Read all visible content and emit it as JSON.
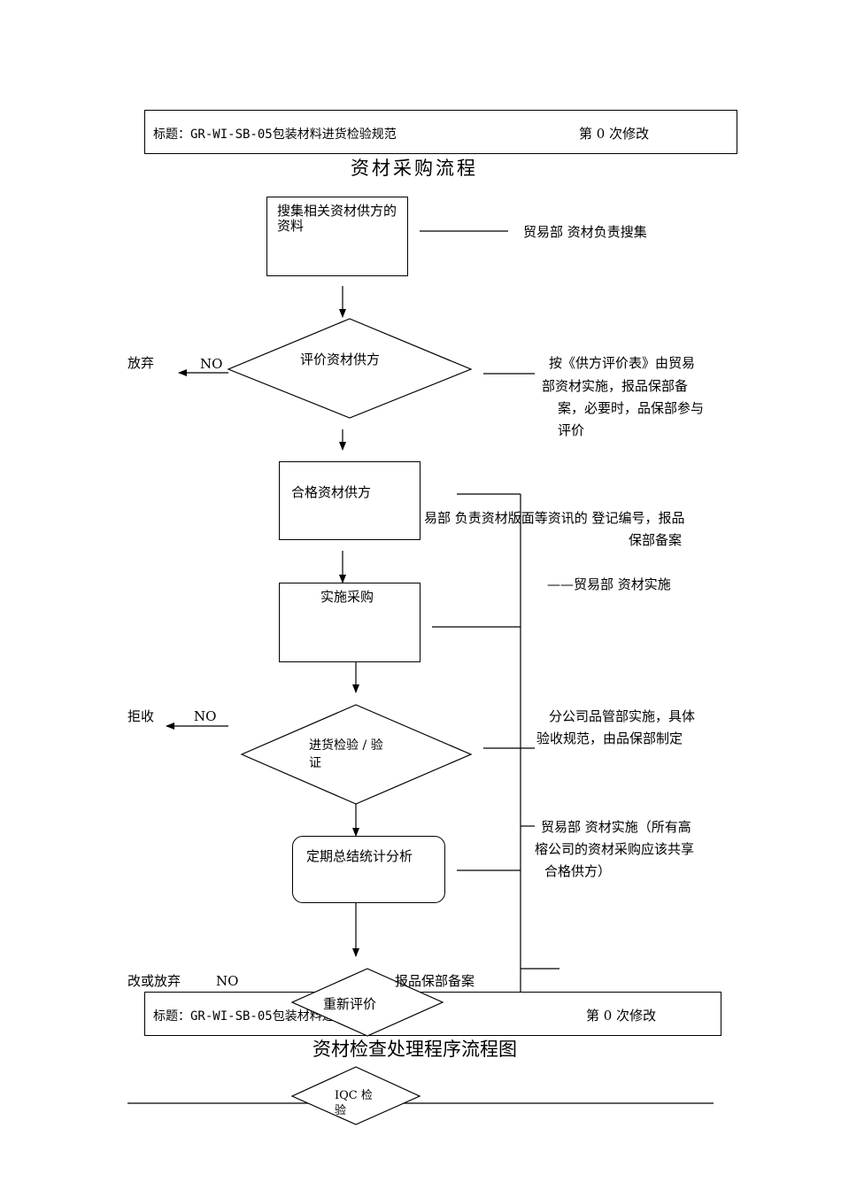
{
  "header1": {
    "title": "标题：GR-WI-SB-05包装材料进货检验规范",
    "revision": "第 0 次修改"
  },
  "section1_title": "资材采购流程",
  "nodes": {
    "collect": "搜集相关资材供方的资料",
    "evaluate": "评价资材供方",
    "qualified": "合格资材供方",
    "purchase": "实施采购",
    "inspect_line1": "进货检验 / 验",
    "inspect_line2": "证",
    "analysis": "定期总结统计分析",
    "reevaluate": "重新评价",
    "iqc_line1": "IQC  检",
    "iqc_line2": "验"
  },
  "notes": {
    "collect": "贸易部 资材负责搜集",
    "evaluate_l1": "按《供方评价表》由贸易",
    "evaluate_l2": "部资材实施，报品保部备",
    "evaluate_l3": "案，必要时，品保部参与",
    "evaluate_l4": "评价",
    "qualified_l1": "易部 负责资材版面等资讯的 登记编号，报品",
    "qualified_l2": "保部备案",
    "purchase": "——贸易部 资材实施",
    "inspect_l1": "分公司品管部实施，具体",
    "inspect_l2": "验收规范，由品保部制定",
    "analysis_l1": "贸易部 资材实施（所有高",
    "analysis_l2": "榕公司的资材采购应该共享",
    "analysis_l3": "合格供方）",
    "reevaluate": "报品保部备案"
  },
  "branches": {
    "abandon": "放弃",
    "no1": "NO",
    "reject": "拒收",
    "no2": "NO",
    "change_or_abandon": "改或放弃",
    "no3": "NO"
  },
  "header2": {
    "title": "标题：GR-WI-SB-05包装材料进货检验规范",
    "revision": "第 0 次修改"
  },
  "section2_title": "资材检查处理程序流程图"
}
